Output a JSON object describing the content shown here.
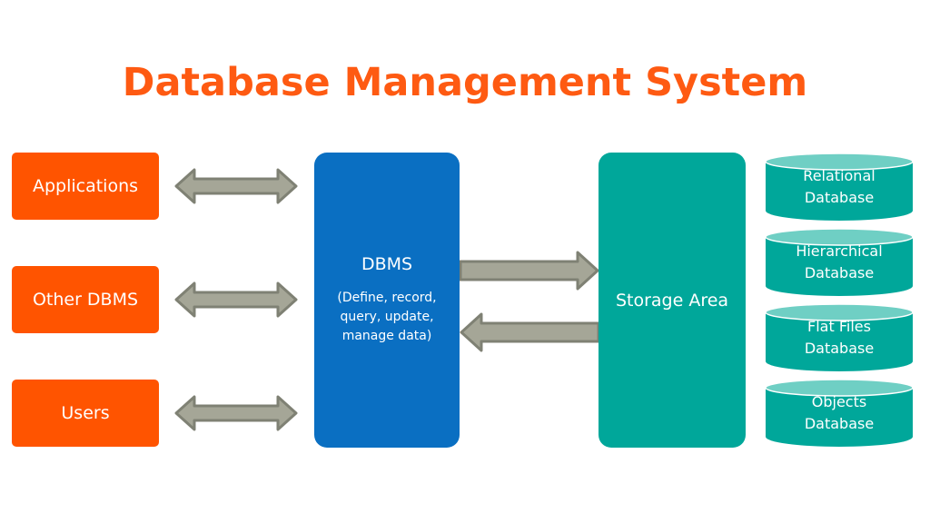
{
  "title": "Database Management System",
  "sources": [
    {
      "label": "Applications"
    },
    {
      "label": "Other DBMS"
    },
    {
      "label": "Users"
    }
  ],
  "dbms": {
    "heading": "DBMS",
    "description_lines": [
      "(Define, record,",
      "query, update,",
      "manage data)"
    ]
  },
  "storage": {
    "label": "Storage Area"
  },
  "databases": [
    {
      "line1": "Relational",
      "line2": "Database"
    },
    {
      "line1": "Hierarchical",
      "line2": "Database"
    },
    {
      "line1": "Flat Files",
      "line2": "Database"
    },
    {
      "line1": "Objects",
      "line2": "Database"
    }
  ],
  "connectors": [
    {
      "from": "Applications",
      "to": "DBMS",
      "direction": "bidirectional"
    },
    {
      "from": "Other DBMS",
      "to": "DBMS",
      "direction": "bidirectional"
    },
    {
      "from": "Users",
      "to": "DBMS",
      "direction": "bidirectional"
    },
    {
      "from": "DBMS",
      "to": "Storage Area",
      "direction": "forward"
    },
    {
      "from": "Storage Area",
      "to": "DBMS",
      "direction": "forward"
    }
  ],
  "colors": {
    "title": "#fe5a12",
    "source_box": "#ff5400",
    "dbms": "#0a6fc2",
    "storage": "#00a79a",
    "cylinder_top": "#6fcfc4",
    "arrow_fill": "#a5a697",
    "arrow_stroke": "#7f8174"
  }
}
